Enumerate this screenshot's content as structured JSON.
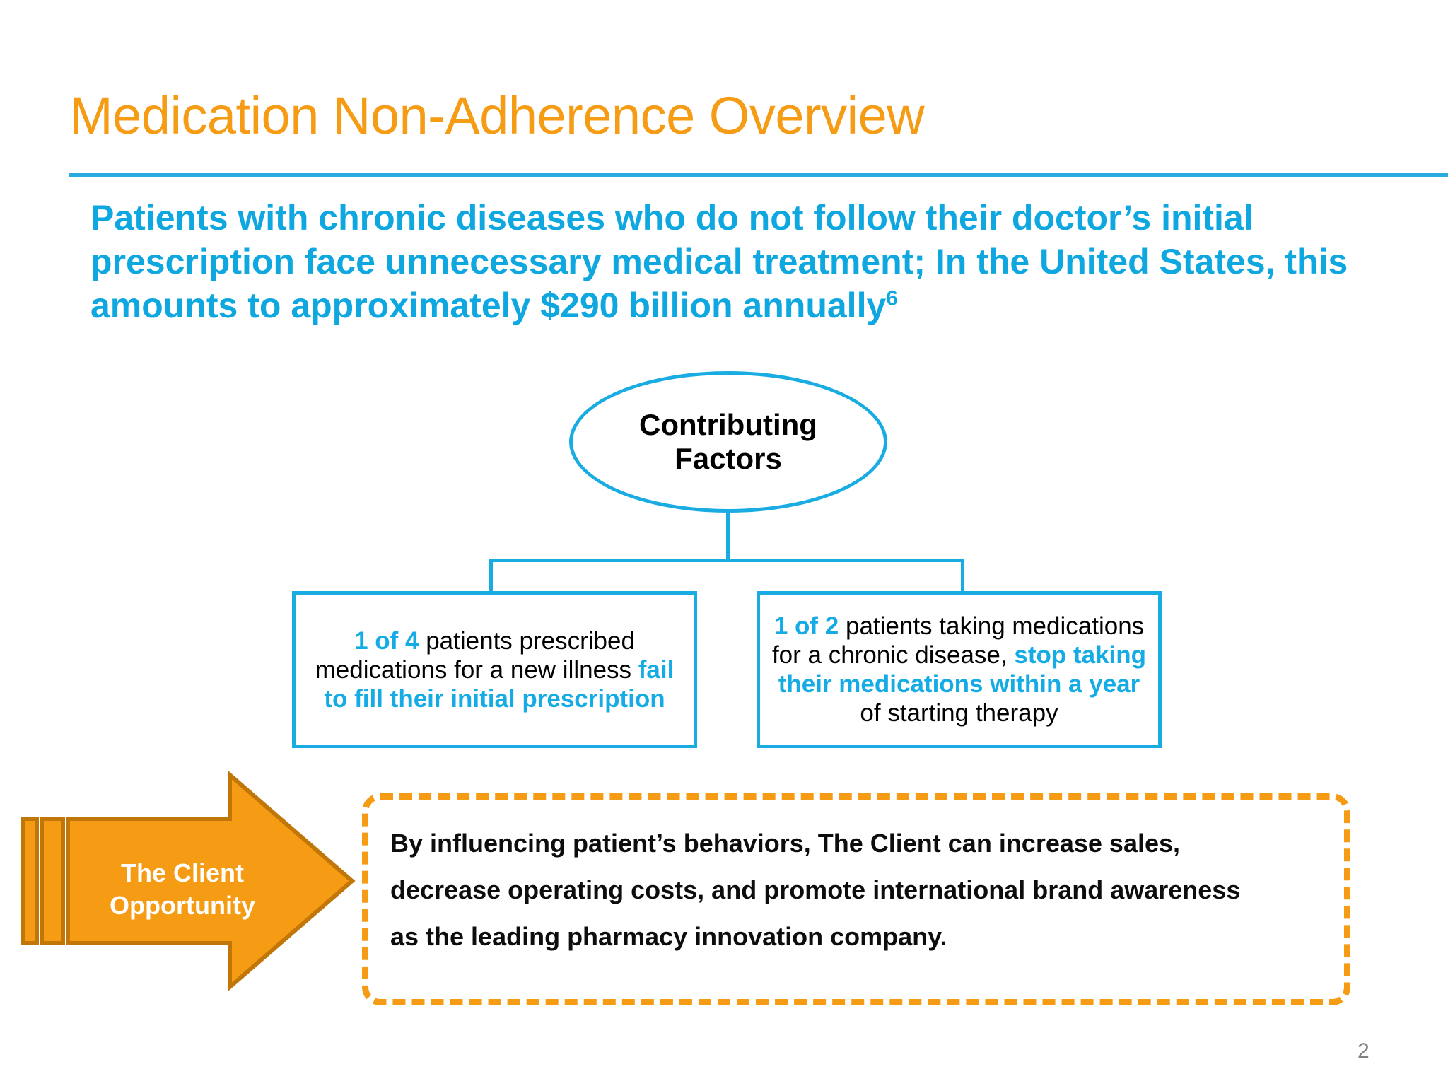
{
  "slide": {
    "title": "Medication Non-Adherence Overview",
    "page_number": "2",
    "colors": {
      "title_orange": "#F59B14",
      "accent_cyan": "#19ACE3",
      "subtitle_cyan": "#0EA7E0",
      "arrow_orange": "#F59B14",
      "arrow_orange_dark": "#C07708",
      "body_black": "#000000",
      "page_number_gray": "#808080"
    }
  },
  "subtitle": {
    "line1": "Patients with chronic diseases who do not follow their doctor’s initial",
    "line2": "prescription face unnecessary medical treatment; In the United States, this",
    "line3": "amounts to approximately $290 billion annually",
    "superscript": "6"
  },
  "diagram": {
    "root": {
      "label_line1": "Contributing",
      "label_line2": "Factors"
    },
    "boxes": [
      {
        "id": "box-left",
        "segments": [
          {
            "text": "1 of 4",
            "emphasis": true
          },
          {
            "text": " patients prescribed medications for a new illness ",
            "emphasis": false
          },
          {
            "text": "fail to fill their initial prescription",
            "emphasis": true
          }
        ]
      },
      {
        "id": "box-right",
        "segments": [
          {
            "text": "1 of 2",
            "emphasis": true
          },
          {
            "text": " patients taking medications for a chronic disease, ",
            "emphasis": false
          },
          {
            "text": "stop taking their medications within a year",
            "emphasis": true
          },
          {
            "text": " of starting therapy",
            "emphasis": false
          }
        ]
      }
    ]
  },
  "callout": {
    "arrow_label_line1": "The Client",
    "arrow_label_line2": "Opportunity",
    "body_line1": "By influencing patient’s behaviors, The Client can increase sales,",
    "body_line2": "decrease operating costs, and promote international brand awareness",
    "body_line3": "as the leading pharmacy innovation company."
  }
}
